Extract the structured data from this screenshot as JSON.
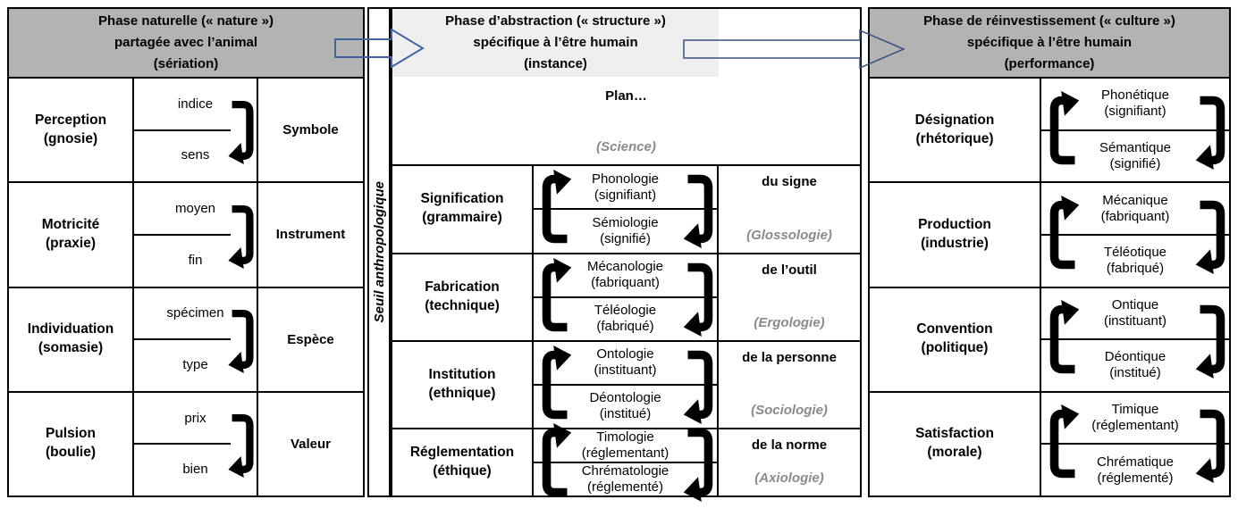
{
  "colors": {
    "header_gray": "#b3b3b3",
    "header_light_gray": "#efefef",
    "plan_column_bg": "#ffffff",
    "muted_text_gray": "#8a8a8a",
    "border_black": "#000000",
    "arrow_dark": "#0b1526",
    "arrow_light_blue": "#ccdaf0",
    "arrow_outline_blue": "#44639e"
  },
  "headers": {
    "nature": {
      "line1": "Phase naturelle (« nature »)",
      "line2": "partagée avec l’animal",
      "line3": "(sériation)"
    },
    "structure": {
      "line1": "Phase d’abstraction (« structure »)",
      "line2": "spécifique à l’être humain",
      "line3": "(instance)"
    },
    "plan": {
      "title": "Plan…",
      "science": "(Science)"
    },
    "culture": {
      "line1": "Phase de réinvestissement (« culture »)",
      "line2": "spécifique à l’être humain",
      "line3": "(performance)"
    }
  },
  "threshold_label": "Seuil anthropologique",
  "rows": [
    {
      "nature": {
        "process": "Perception",
        "faculty": "(gnosie)",
        "upper": "indice",
        "lower": "sens",
        "product": "Symbole"
      },
      "structure": {
        "process": "Signification",
        "faculty": "(grammaire)",
        "upper": "Phonologie",
        "upper_sub": "(signifiant)",
        "lower": "Sémiologie",
        "lower_sub": "(signifié)"
      },
      "plan": {
        "object": "du signe",
        "science": "(Glossologie)"
      },
      "culture": {
        "process": "Désignation",
        "faculty": "(rhétorique)",
        "upper": "Phonétique",
        "upper_sub": "(signifiant)",
        "lower": "Sémantique",
        "lower_sub": "(signifié)"
      }
    },
    {
      "nature": {
        "process": "Motricité",
        "faculty": "(praxie)",
        "upper": "moyen",
        "lower": "fin",
        "product": "Instrument"
      },
      "structure": {
        "process": "Fabrication",
        "faculty": "(technique)",
        "upper": "Mécanologie",
        "upper_sub": "(fabriquant)",
        "lower": "Téléologie",
        "lower_sub": "(fabriqué)"
      },
      "plan": {
        "object": "de l’outil",
        "science": "(Ergologie)"
      },
      "culture": {
        "process": "Production",
        "faculty": "(industrie)",
        "upper": "Mécanique",
        "upper_sub": "(fabriquant)",
        "lower": "Téléotique",
        "lower_sub": "(fabriqué)"
      }
    },
    {
      "nature": {
        "process": "Individuation",
        "faculty": "(somasie)",
        "upper": "spécimen",
        "lower": "type",
        "product": "Espèce"
      },
      "structure": {
        "process": "Institution",
        "faculty": "(ethnique)",
        "upper": "Ontologie",
        "upper_sub": "(instituant)",
        "lower": "Déontologie",
        "lower_sub": "(institué)"
      },
      "plan": {
        "object": "de la personne",
        "science": "(Sociologie)"
      },
      "culture": {
        "process": "Convention",
        "faculty": "(politique)",
        "upper": "Ontique",
        "upper_sub": "(instituant)",
        "lower": "Déontique",
        "lower_sub": "(institué)"
      }
    },
    {
      "nature": {
        "process": "Pulsion",
        "faculty": "(boulie)",
        "upper": "prix",
        "lower": "bien",
        "product": "Valeur"
      },
      "structure": {
        "process": "Réglementation",
        "faculty": "(éthique)",
        "upper": "Timologie",
        "upper_sub": "(réglementant)",
        "lower": "Chrématologie",
        "lower_sub": "(réglementé)"
      },
      "plan": {
        "object": "de la norme",
        "science": "(Axiologie)"
      },
      "culture": {
        "process": "Satisfaction",
        "faculty": "(morale)",
        "upper": "Timique",
        "upper_sub": "(réglementant)",
        "lower": "Chrématique",
        "lower_sub": "(réglementé)"
      }
    }
  ]
}
